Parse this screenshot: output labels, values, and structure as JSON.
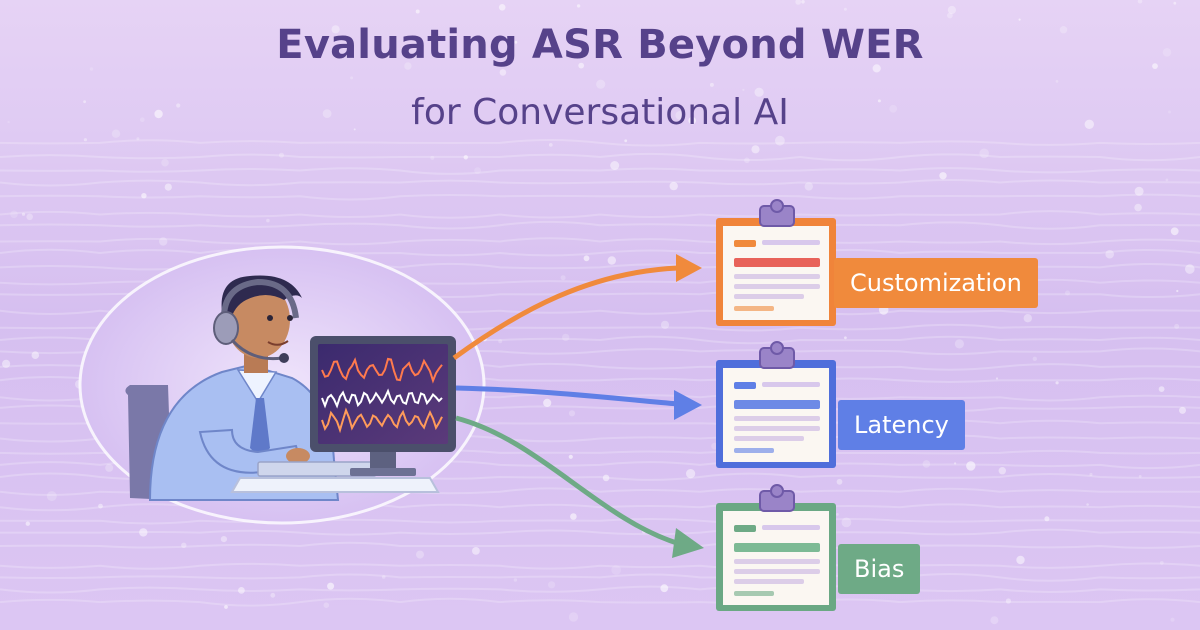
{
  "title": {
    "line1": "Evaluating ASR Beyond WER",
    "line2": "for Conversational AI"
  },
  "icons": {
    "agent": "headset-agent-icon",
    "monitor": "waveform-monitor-icon",
    "clipboard": "clipboard-checklist-icon"
  },
  "colors": {
    "background": "#d9c4f2",
    "title": "#56428a",
    "customization": "#f08a3c",
    "latency": "#5f7fe6",
    "bias": "#6eaa86"
  },
  "metrics": [
    {
      "label": "Customization",
      "color": "#f08a3c",
      "frame": "#f0843a"
    },
    {
      "label": "Latency",
      "color": "#5f7fe6",
      "frame": "#4f6edb"
    },
    {
      "label": "Bias",
      "color": "#6eaa86",
      "frame": "#6aa884"
    }
  ]
}
